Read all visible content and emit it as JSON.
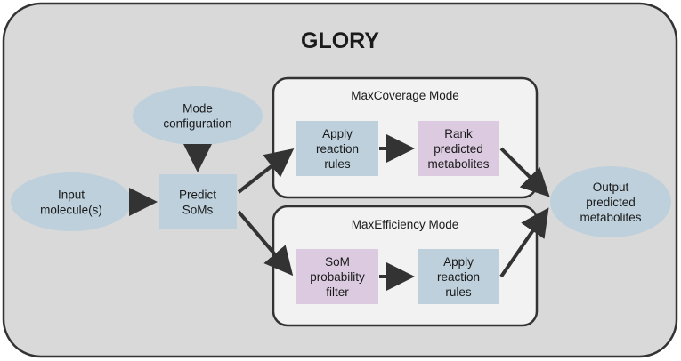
{
  "title": "GLORY",
  "nodes": {
    "mode_configuration": [
      "Mode",
      "configuration"
    ],
    "input_molecules": [
      "Input",
      "molecule(s)"
    ],
    "predict_soms": [
      "Predict",
      "SoMs"
    ],
    "output_metabolites": [
      "Output",
      "predicted",
      "metabolites"
    ],
    "maxcoverage_apply_rules": [
      "Apply",
      "reaction",
      "rules"
    ],
    "maxcoverage_rank": [
      "Rank",
      "predicted",
      "metabolites"
    ],
    "maxefficiency_filter": [
      "SoM",
      "probability",
      "filter"
    ],
    "maxefficiency_apply_rules": [
      "Apply",
      "reaction",
      "rules"
    ]
  },
  "modes": {
    "maxcoverage": "MaxCoverage Mode",
    "maxefficiency": "MaxEfficiency Mode"
  },
  "colors": {
    "outer_panel": "#d9d9d9",
    "mode_panel": "#f2f2f2",
    "ellipse": "#bdd0dc",
    "blue_box": "#bdd0dc",
    "purple_box": "#dccbe0",
    "arrow": "#333333",
    "border": "#333333"
  }
}
